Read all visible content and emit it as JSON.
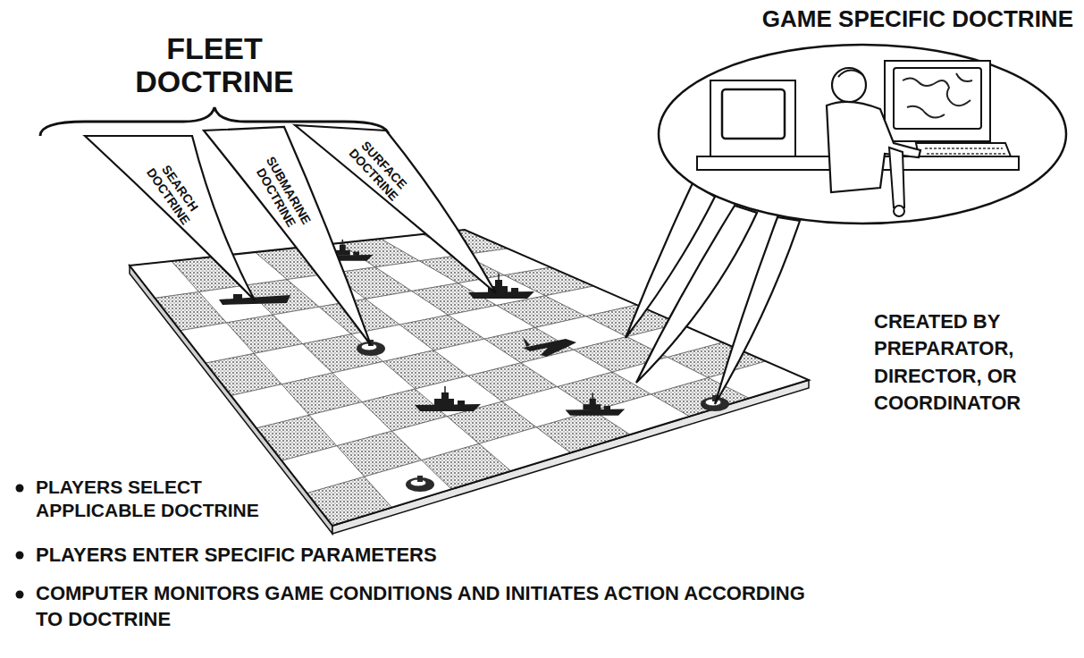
{
  "diagram": {
    "labels": [
      "FLEET DOCTRINE",
      "SEARCH DOCTRINE",
      "SUBMARINE DOCTRINE",
      "SURFACE DOCTRINE",
      "GAME SPECIFIC DOCTRINE",
      "CREATED BY PREPARATOR, DIRECTOR, OR COORDINATOR",
      "PLAYERS SELECT APPLICABLE DOCTRINE",
      "PLAYERS ENTER SPECIFIC PARAMETERS",
      "COMPUTER MONITORS GAME CONDITIONS AND INITIATES ACTION ACCORDING TO DOCTRINE"
    ]
  }
}
